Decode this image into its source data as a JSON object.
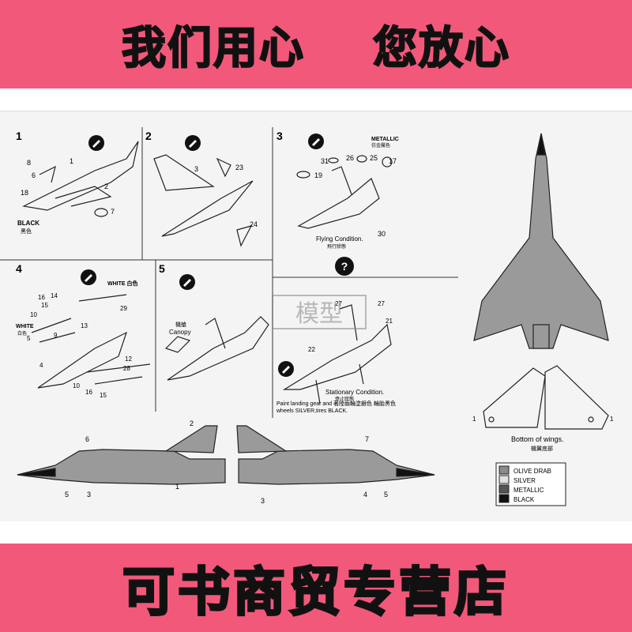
{
  "banner_top": {
    "text": "我们用心    您放心"
  },
  "banner_bottom": {
    "text": "可书商贸专营店"
  },
  "watermark": "模型",
  "steps": [
    {
      "number": "1"
    },
    {
      "number": "2"
    },
    {
      "number": "3"
    },
    {
      "number": "4"
    },
    {
      "number": "5"
    }
  ],
  "labels": {
    "black": "BLACK",
    "black_cn": "黑色",
    "metallic": "METALLIC",
    "metallic_cn": "仿金屬色",
    "flying": "Flying Condition.",
    "flying_cn": "飛行狀態",
    "white_a": "WHITE 白色",
    "white_b": "WHITE",
    "white_b_cn": "白色",
    "canopy_cn": "機艙",
    "canopy": "Canopy",
    "stationary": "Stationary Condition.",
    "stationary_cn": "停止狀態",
    "paint_line1": "Paint landing gear and 著陸齒輪塗銀色 輪胎黑色",
    "paint_line2": "wheels SILVER,tires BLACK.",
    "bottom_wings": "Bottom of wings.",
    "bottom_wings_cn": "機翼底部",
    "question": "?"
  },
  "part_numbers": {
    "s1": [
      "8",
      "1",
      "6",
      "2",
      "18",
      "7"
    ],
    "s2": [
      "3",
      "23",
      "24"
    ],
    "s3": [
      "19",
      "31",
      "26",
      "25",
      "17",
      "30"
    ],
    "s4": [
      "16",
      "14",
      "15",
      "10",
      "9",
      "13",
      "29",
      "5",
      "4",
      "28",
      "12",
      "10",
      "16",
      "15"
    ],
    "s5": [
      "27",
      "21",
      "22",
      "27"
    ],
    "side": [
      "6",
      "2",
      "5",
      "3",
      "1",
      "7",
      "4",
      "5",
      "3"
    ],
    "wings": [
      "1",
      "1"
    ]
  },
  "legend": [
    {
      "label": "OLIVE DRAB",
      "color": "#8a8a8a"
    },
    {
      "label": "SILVER",
      "color": "#e0e0e0"
    },
    {
      "label": "METALLIC",
      "color": "#555555"
    },
    {
      "label": "BLACK",
      "color": "#111111"
    }
  ]
}
